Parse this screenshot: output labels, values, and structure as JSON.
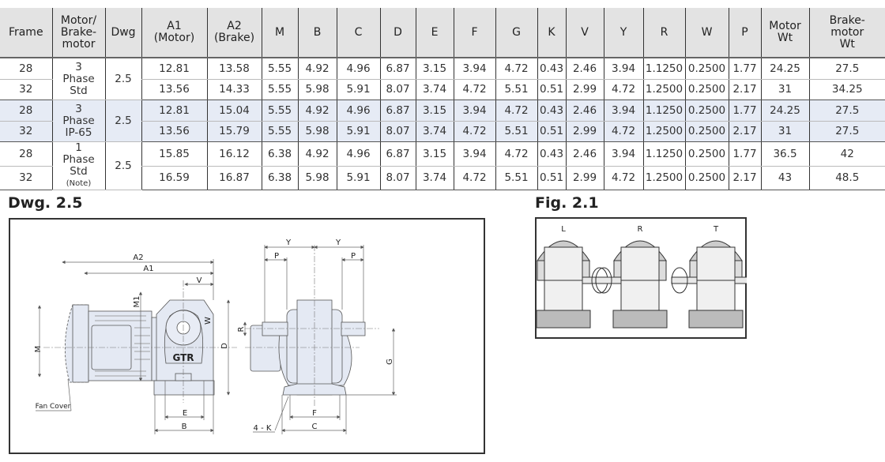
{
  "table": {
    "headers": [
      "Frame",
      "Motor/\nBrake-\nmotor",
      "Dwg",
      "A1\n(Motor)",
      "A2\n(Brake)",
      "M",
      "B",
      "C",
      "D",
      "E",
      "F",
      "G",
      "K",
      "V",
      "Y",
      "R",
      "W",
      "P",
      "Motor\nWt",
      "Brake-\nmotor\nWt"
    ],
    "groups": [
      {
        "motor": "3 Phase Std",
        "dwg": "2.5",
        "note": "",
        "rows": [
          {
            "frame": "28",
            "values": [
              "12.81",
              "13.58",
              "5.55",
              "4.92",
              "4.96",
              "6.87",
              "3.15",
              "3.94",
              "4.72",
              "0.43",
              "2.46",
              "3.94",
              "1.1250",
              "0.2500",
              "1.77",
              "24.25",
              "27.5"
            ]
          },
          {
            "frame": "32",
            "values": [
              "13.56",
              "14.33",
              "5.55",
              "5.98",
              "5.91",
              "8.07",
              "3.74",
              "4.72",
              "5.51",
              "0.51",
              "2.99",
              "4.72",
              "1.2500",
              "0.2500",
              "2.17",
              "31",
              "34.25"
            ]
          }
        ]
      },
      {
        "motor": "3 Phase IP-65",
        "dwg": "2.5",
        "note": "",
        "rows": [
          {
            "frame": "28",
            "values": [
              "12.81",
              "15.04",
              "5.55",
              "4.92",
              "4.96",
              "6.87",
              "3.15",
              "3.94",
              "4.72",
              "0.43",
              "2.46",
              "3.94",
              "1.1250",
              "0.2500",
              "1.77",
              "24.25",
              "27.5"
            ]
          },
          {
            "frame": "32",
            "values": [
              "13.56",
              "15.79",
              "5.55",
              "5.98",
              "5.91",
              "8.07",
              "3.74",
              "4.72",
              "5.51",
              "0.51",
              "2.99",
              "4.72",
              "1.2500",
              "0.2500",
              "2.17",
              "31",
              "27.5"
            ]
          }
        ]
      },
      {
        "motor": "1 Phase Std",
        "dwg": "2.5",
        "note": "(Note)",
        "rows": [
          {
            "frame": "28",
            "values": [
              "15.85",
              "16.12",
              "6.38",
              "4.92",
              "4.96",
              "6.87",
              "3.15",
              "3.94",
              "4.72",
              "0.43",
              "2.46",
              "3.94",
              "1.1250",
              "0.2500",
              "1.77",
              "36.5",
              "42"
            ]
          },
          {
            "frame": "32",
            "values": [
              "16.59",
              "16.87",
              "6.38",
              "5.98",
              "5.91",
              "8.07",
              "3.74",
              "4.72",
              "5.51",
              "0.51",
              "2.99",
              "4.72",
              "1.2500",
              "0.2500",
              "2.17",
              "43",
              "48.5"
            ]
          }
        ]
      }
    ]
  },
  "dwg": {
    "title": "Dwg. 2.5",
    "labels": {
      "A2": "A2",
      "A1": "A1",
      "V": "V",
      "M1": "M1",
      "W": "W",
      "M": "M",
      "D": "D",
      "E": "E",
      "B": "B",
      "fan_cover": "Fan Cover",
      "logo": "GTR",
      "Y1": "Y",
      "Y2": "Y",
      "P1": "P",
      "P2": "P",
      "R": "R",
      "G": "G",
      "F": "F",
      "C": "C",
      "K": "4 - K"
    }
  },
  "fig": {
    "title": "Fig. 2.1",
    "labels": [
      "L",
      "R",
      "T"
    ]
  },
  "colors": {
    "header_bg": "#e3e3e3",
    "highlight_row": "#e6ebf5",
    "drawing_fill": "#e4e9f3"
  }
}
